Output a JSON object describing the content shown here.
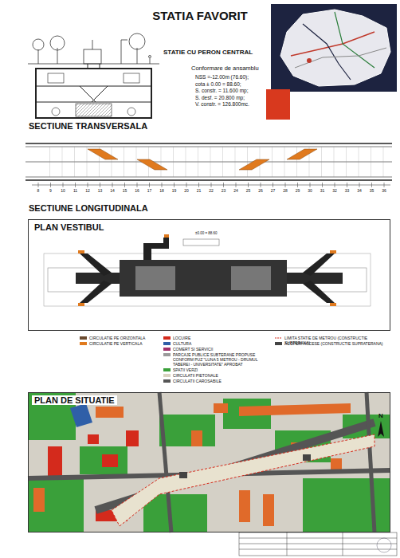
{
  "diagram": {
    "title": "STATIA FAVORIT",
    "nodes": [
      {
        "text": [
          "PLAN VESTIBUL"
        ]
      },
      {
        "text": [
          "PLAN DE SITUATIE"
        ]
      }
    ],
    "labels": [
      "STATIE CU PERON CENTRAL",
      "Conformare de ansamblu",
      "NSS =-12.00m (76.60);",
      "cota ± 0.00 = 88.60;",
      "S. constr. = 11.600 mp;",
      "S. desf. = 20.800 mp;",
      "V. constr. = 126.800mc.",
      "SECTIUNE TRANSVERSALA",
      "SECTIUNE LONGITUDINALA",
      "8",
      "9",
      "10",
      "11",
      "12",
      "13",
      "14",
      "15",
      "16",
      "17",
      "18",
      "19",
      "20",
      "21",
      "22",
      "23",
      "24",
      "25",
      "26",
      "27",
      "28",
      "29",
      "30",
      "31",
      "32",
      "33",
      "34",
      "35",
      "36",
      "±0.00 = 88.60",
      "N"
    ],
    "legend": [
      {
        "text": "CIRCULATIE PE ORIZONTALA",
        "color": "#6b4a2e"
      },
      {
        "text": "CIRCULATIE PE VERTICALA",
        "color": "#e07a1e"
      },
      {
        "text": "LOCUIRE",
        "color": "#d42a1c"
      },
      {
        "text": "CULTURA",
        "color": "#2f5fa8"
      },
      {
        "text": "COMERT SI SERVICII",
        "color": "#a0306a"
      },
      {
        "text": "PARCAJE PUBLICE SUBTERANE PROPUSE CONFORM PUZ \"LUNA 5 METROU - DRUMUL TABEREI - UNIVERSITATE\" APROBAT",
        "color": "#9a9a9a"
      },
      {
        "text": "SPATII VERZI",
        "color": "#3aa03a"
      },
      {
        "text": "CIRCULATII PIETONALE",
        "color": "#d9d2c0"
      },
      {
        "text": "CIRCULATII CAROSABILE",
        "color": "#555555"
      },
      {
        "text": "LIMITA STATIE DE METROU (CONSTRUCTIE SUBTERANA)"
      },
      {
        "text": "ACOPERI ACCESE (CONSTRUCTIE SUPRATERANA)",
        "color": "#444444"
      }
    ]
  }
}
